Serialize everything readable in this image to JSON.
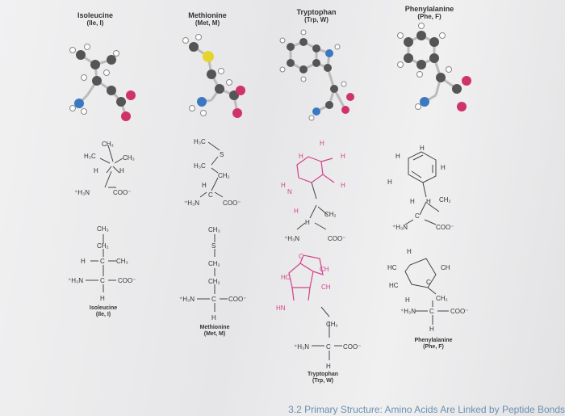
{
  "columns": [
    {
      "title": "Isoleucine",
      "abbr": "(Ile, I)",
      "caption": "Isoleucine",
      "caption_abbr": "(Ile, I)"
    },
    {
      "title": "Methionine",
      "abbr": "(Met, M)",
      "caption": "Methionine",
      "caption_abbr": "(Met, M)"
    },
    {
      "title": "Tryptophan",
      "abbr": "(Trp, W)",
      "caption": "Tryptophan",
      "caption_abbr": "(Trp, W)"
    },
    {
      "title": "Phenylalanine",
      "abbr": "(Phe, F)",
      "caption": "Phenylalanine",
      "caption_abbr": "(Phe, F)"
    }
  ],
  "atoms": {
    "ch3": "CH₃",
    "h3c": "H₃C",
    "ch2": "CH₂",
    "h": "H",
    "c": "C",
    "s": "S",
    "ch": "CH",
    "hc": "HC",
    "hn": "HN",
    "n": "N",
    "h3n": "⁺H₃N",
    "coo": "COO⁻"
  },
  "footer": "3.2 Primary Structure: Amino Acids Are Linked by Peptide Bonds"
}
